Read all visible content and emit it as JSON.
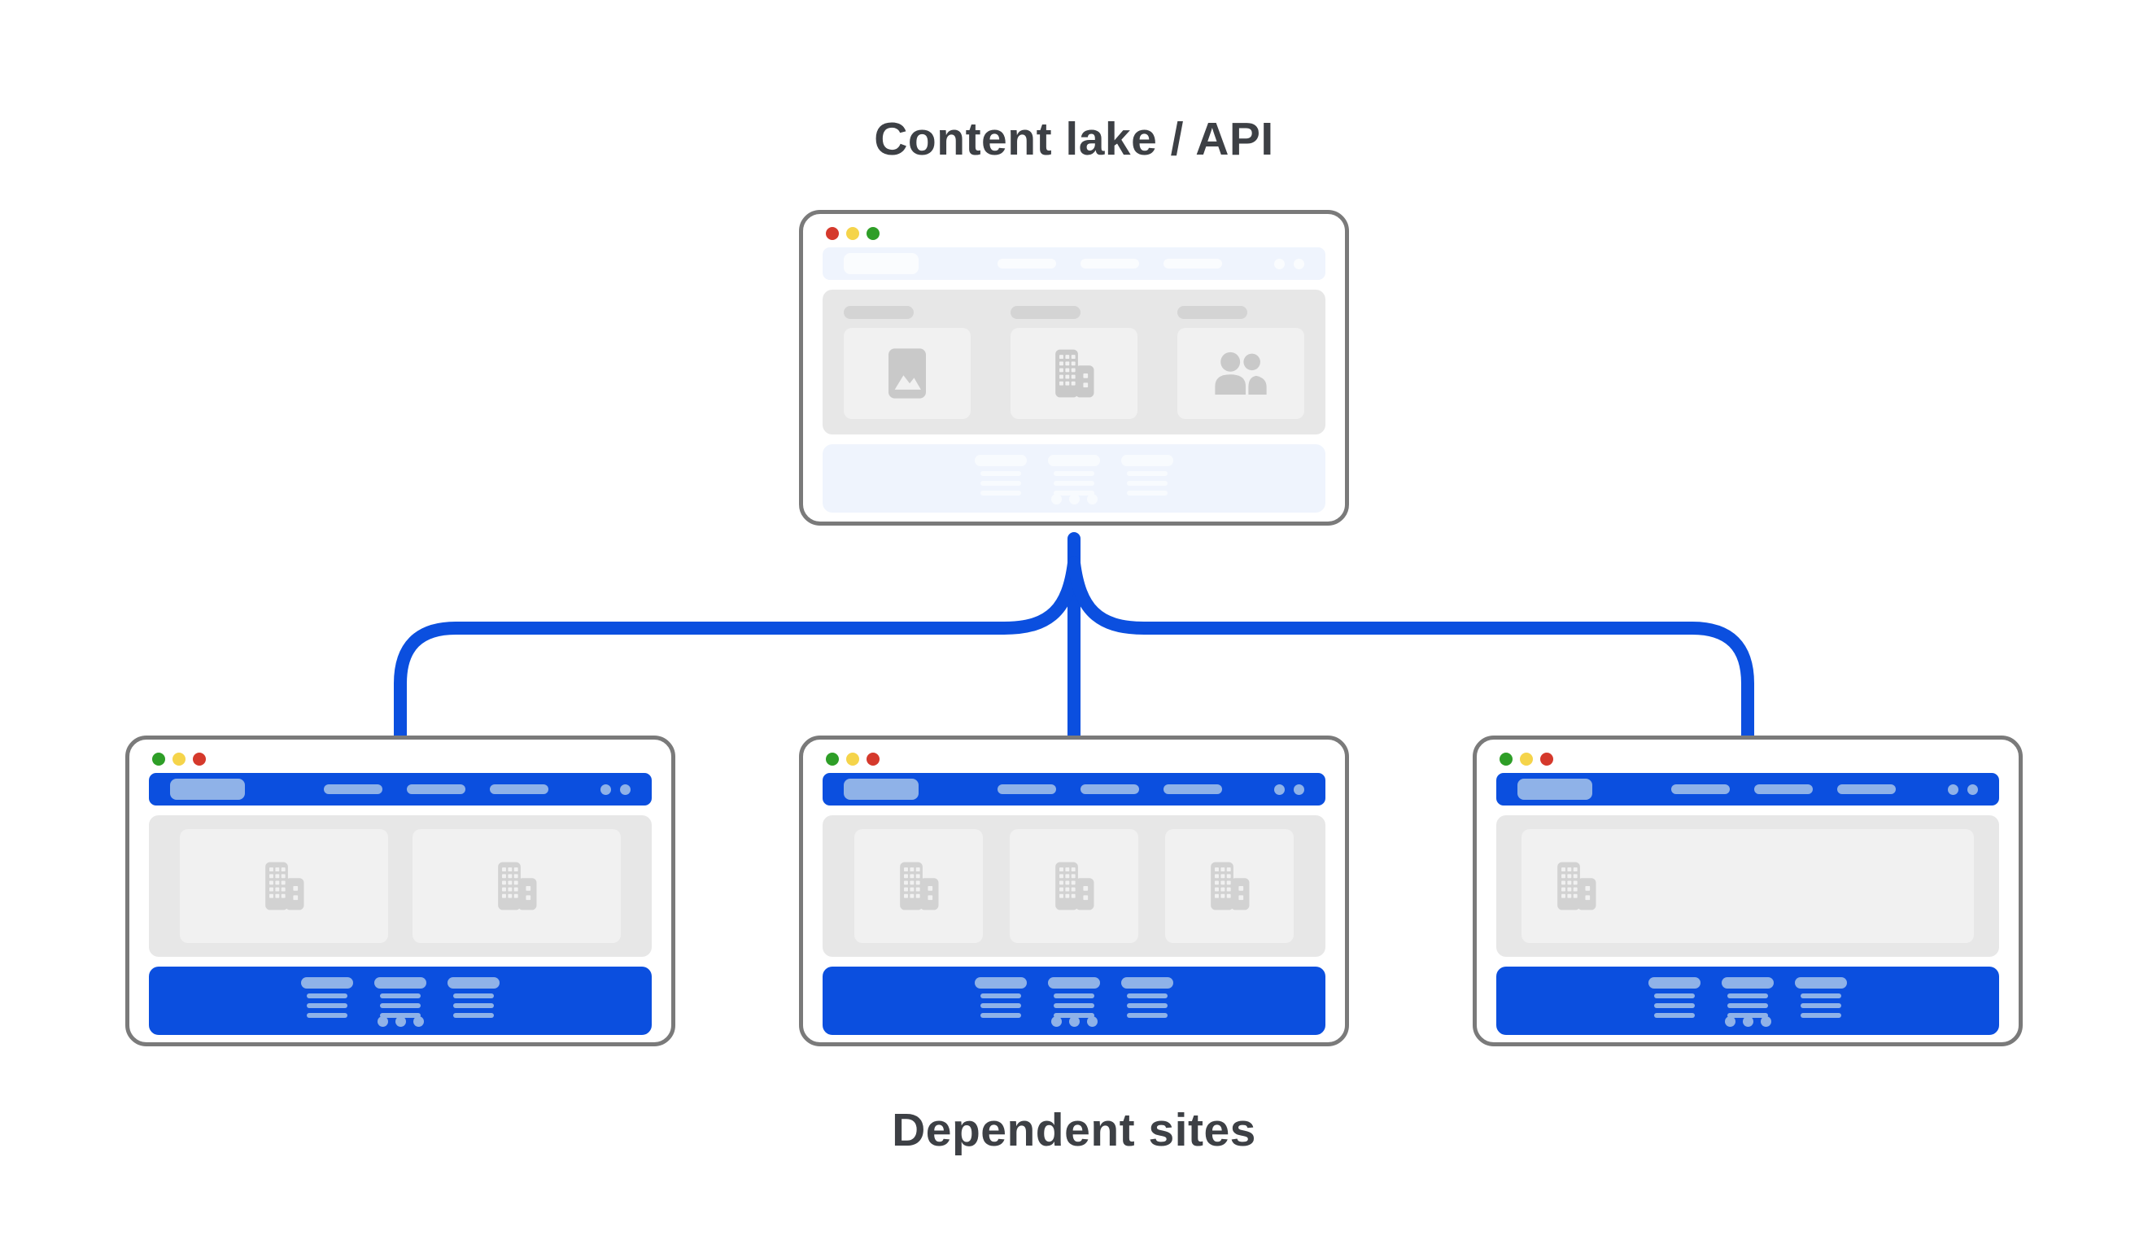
{
  "title": {
    "text": "Content lake / API"
  },
  "subtitle": {
    "text": "Dependent sites"
  },
  "colors": {
    "blue": "#0b4fdf",
    "light_blue": "#8fb2e8",
    "nav_light_bg": "#eff4fd",
    "nav_light_pill": "#fafcfe",
    "footer_light_pill": "#f8fbfe",
    "panel_gray": "#e7e7e7",
    "card_gray": "#f1f1f1",
    "label_gray": "#d4d4d4",
    "icon_gray_top": "#c9c9c9",
    "icon_gray_bottom": "#d2d2d2",
    "window_border": "#7a7a7a",
    "traffic_red": "#d5392c",
    "traffic_yellow": "#f5d44a",
    "traffic_green": "#2e9e27",
    "text_dark": "#3d4045"
  },
  "windows": [
    {
      "id": "content-lake",
      "role": "source",
      "traffic_lights": [
        "red",
        "yellow",
        "green"
      ],
      "nav_style": "light",
      "nav_links": 3,
      "nav_dots": 2,
      "cards": [
        {
          "icon": "image-icon",
          "label_pill": true
        },
        {
          "icon": "building-icon",
          "label_pill": true
        },
        {
          "icon": "people-icon",
          "label_pill": true
        }
      ],
      "footer_style": "light",
      "footer_columns": 3,
      "footer_lines_per_column": 3,
      "footer_dots": 3
    },
    {
      "id": "dependent-site-1",
      "role": "dependent",
      "traffic_lights": [
        "green",
        "yellow",
        "red"
      ],
      "nav_style": "blue",
      "nav_links": 3,
      "nav_dots": 2,
      "cards": [
        {
          "icon": "building-icon"
        },
        {
          "icon": "building-icon"
        }
      ],
      "footer_style": "blue",
      "footer_columns": 3,
      "footer_lines_per_column": 3,
      "footer_dots": 3
    },
    {
      "id": "dependent-site-2",
      "role": "dependent",
      "traffic_lights": [
        "green",
        "yellow",
        "red"
      ],
      "nav_style": "blue",
      "nav_links": 3,
      "nav_dots": 2,
      "cards": [
        {
          "icon": "building-icon"
        },
        {
          "icon": "building-icon"
        },
        {
          "icon": "building-icon"
        }
      ],
      "footer_style": "blue",
      "footer_columns": 3,
      "footer_lines_per_column": 3,
      "footer_dots": 3
    },
    {
      "id": "dependent-site-3",
      "role": "dependent",
      "traffic_lights": [
        "green",
        "yellow",
        "red"
      ],
      "nav_style": "blue",
      "nav_links": 3,
      "nav_dots": 2,
      "cards": [
        {
          "icon": "building-icon",
          "wide": true
        }
      ],
      "footer_style": "blue",
      "footer_columns": 3,
      "footer_lines_per_column": 3,
      "footer_dots": 3
    }
  ]
}
